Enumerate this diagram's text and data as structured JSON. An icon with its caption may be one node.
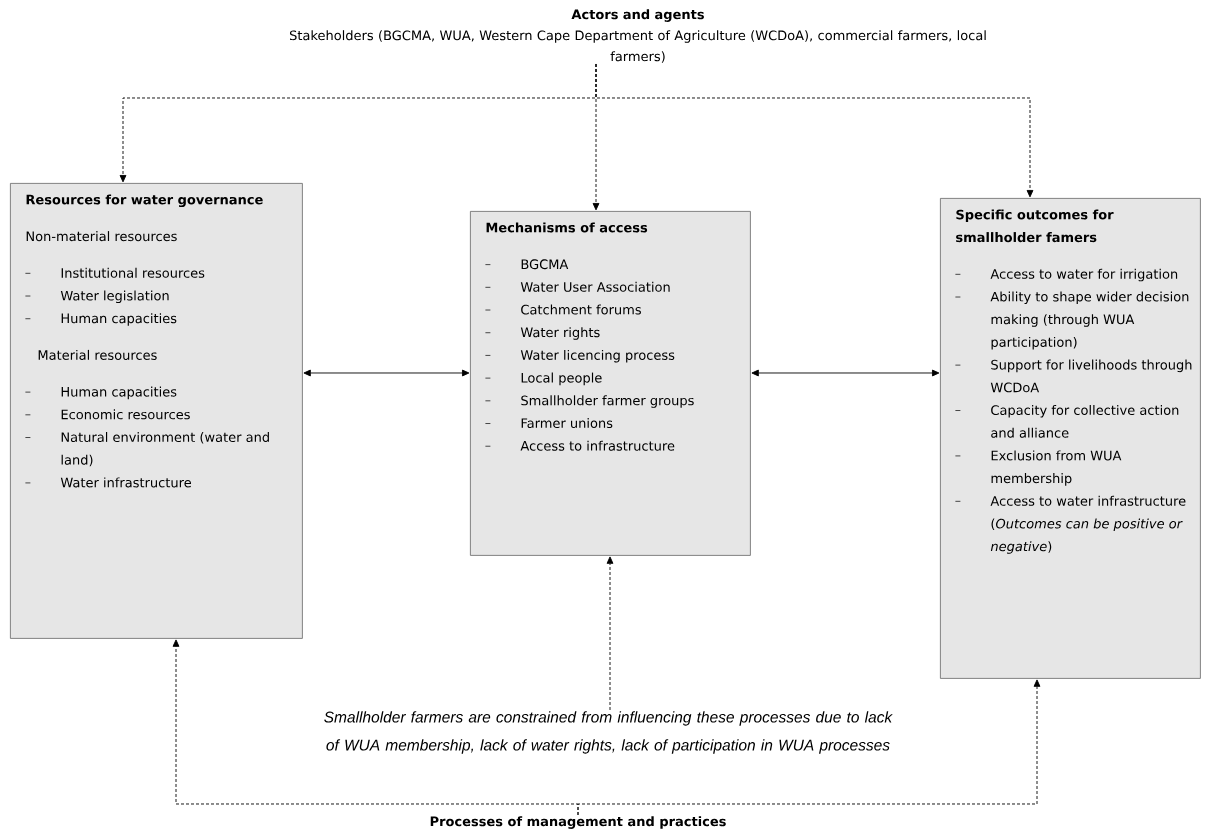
{
  "diagram": {
    "nodes": [
      {
        "text": [
          "Actors and agents",
          "Stakeholders (BGCMA, WUA, Western Cape Department of Agriculture (WCDoA), commercial farmers, local farmers)"
        ]
      },
      {
        "text": [
          "Resources for water governance",
          "Non-material resources",
          "Institutional resources",
          "Water legislation",
          "Human capacities",
          "Material resources",
          "Human capacities",
          "Economic resources",
          "Natural environment (water and land)",
          "Water infrastructure"
        ]
      },
      {
        "text": [
          "Mechanisms of access",
          "BGCMA",
          "Water User Association",
          "Catchment forums",
          "Water rights",
          "Water licencing process",
          "Local people",
          "Smallholder farmer groups",
          "Farmer unions",
          "Access to infrastructure"
        ]
      },
      {
        "text": [
          "Specific outcomes for smallholder famers",
          "Access to water for irrigation",
          "Ability to shape wider decision making (through WUA participation)",
          "Support for livelihoods through WCDoA",
          "Capacity for collective action and alliance",
          "Exclusion from WUA membership",
          "Access to water infrastructure (*Outcomes can be positive or negative*)"
        ]
      },
      {
        "text": [
          "Processes of management and practices"
        ]
      },
      {
        "text": [
          "Smallholder farmers are constrained from influencing these processes due to lack of WUA membership, lack of water rights, lack of participation in WUA processes"
        ]
      }
    ],
    "edges": [
      {
        "from": 0,
        "to": 1,
        "arrow": "to",
        "style": "dashed"
      },
      {
        "from": 0,
        "to": 2,
        "arrow": "to",
        "style": "dashed"
      },
      {
        "from": 0,
        "to": 3,
        "arrow": "to",
        "style": "dashed"
      },
      {
        "from": 1,
        "to": 2,
        "arrow": "both"
      },
      {
        "from": 2,
        "to": 3,
        "arrow": "both"
      },
      {
        "from": 5,
        "to": 2,
        "arrow": "to",
        "style": "dashed"
      },
      {
        "from": 4,
        "to": 1,
        "arrow": "to",
        "style": "dashed"
      },
      {
        "from": 4,
        "to": 3,
        "arrow": "to",
        "style": "dashed"
      }
    ]
  }
}
